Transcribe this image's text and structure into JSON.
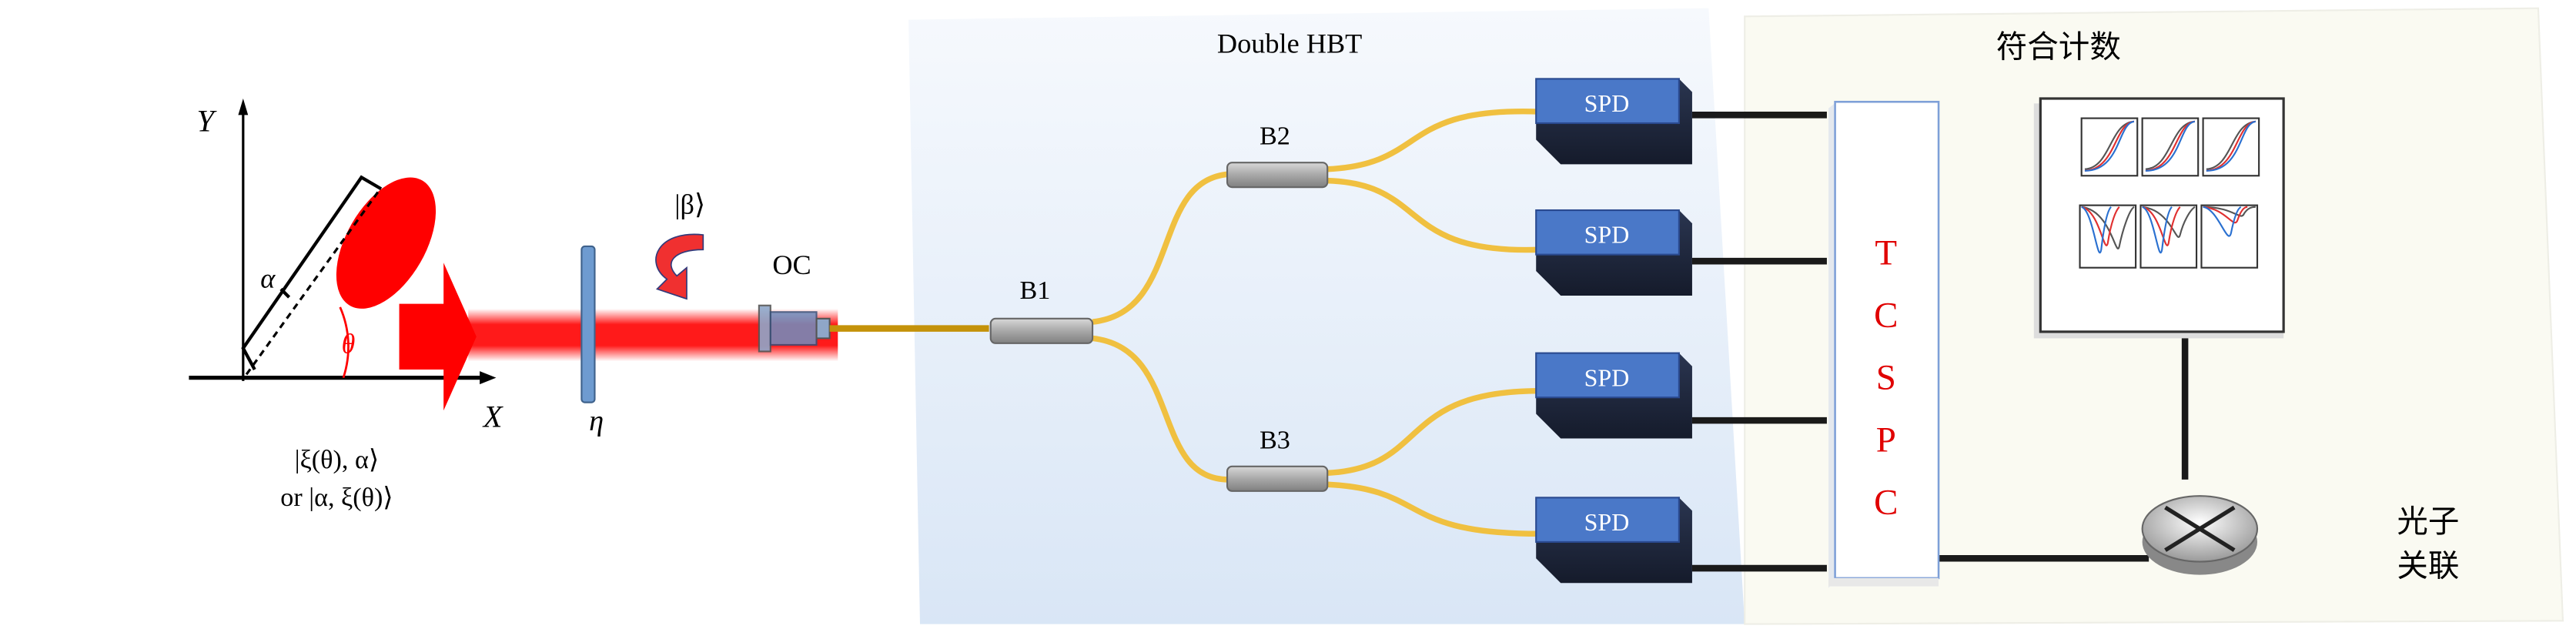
{
  "source": {
    "axis_y_label": "Y",
    "axis_x_label": "X",
    "alpha_label": "α",
    "theta_label": "θ",
    "state_line1": "|ξ(θ), α⟩",
    "state_line2": "or |α, ξ(θ)⟩"
  },
  "optics": {
    "attenuator_label": "η",
    "displacement_label": "|β⟩",
    "coupler_label": "OC"
  },
  "hbt": {
    "title": "Double HBT",
    "splitters": [
      "B1",
      "B2",
      "B3"
    ],
    "detectors": [
      "SPD",
      "SPD",
      "SPD",
      "SPD"
    ]
  },
  "counting": {
    "title": "符合计数",
    "tcspc_letters": [
      "T",
      "C",
      "S",
      "P",
      "C"
    ],
    "correlator_label_line1": "光子",
    "correlator_label_line2": "关联"
  },
  "colors": {
    "beam": "#ff0000",
    "fiber": "#f0c040",
    "spd": "#4a78c8",
    "tcspc_text": "#e00000",
    "hbt_panel": "#e4eef9",
    "count_panel": "#fafaf2"
  }
}
